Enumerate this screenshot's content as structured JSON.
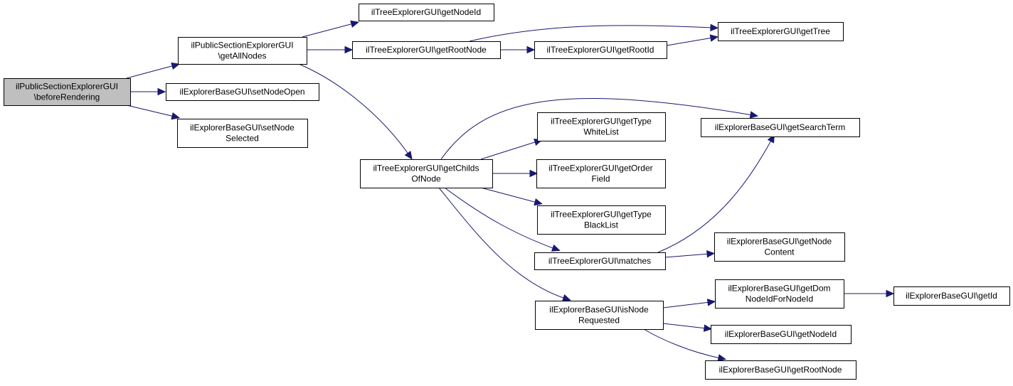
{
  "graph": {
    "type": "call-graph",
    "edge_color": "#191970",
    "root_fill": "#bfbfbf",
    "nodes": [
      {
        "id": "beforeRendering",
        "lines": [
          "ilPublicSectionExplorerGUI",
          "\\beforeRendering"
        ],
        "root": true
      },
      {
        "id": "getAllNodes",
        "lines": [
          "ilPublicSectionExplorerGUI",
          "\\getAllNodes"
        ]
      },
      {
        "id": "setNodeOpen",
        "lines": [
          "ilExplorerBaseGUI\\setNodeOpen"
        ]
      },
      {
        "id": "setNodeSelected",
        "lines": [
          "ilExplorerBaseGUI\\setNode",
          "Selected"
        ]
      },
      {
        "id": "tGetNodeId",
        "lines": [
          "ilTreeExplorerGUI\\getNodeId"
        ]
      },
      {
        "id": "tGetRootNode",
        "lines": [
          "ilTreeExplorerGUI\\getRootNode"
        ]
      },
      {
        "id": "tGetRootId",
        "lines": [
          "ilTreeExplorerGUI\\getRootId"
        ]
      },
      {
        "id": "tGetTree",
        "lines": [
          "ilTreeExplorerGUI\\getTree"
        ]
      },
      {
        "id": "getChildsOfNode",
        "lines": [
          "ilTreeExplorerGUI\\getChilds",
          "OfNode"
        ]
      },
      {
        "id": "getTypeWhiteList",
        "lines": [
          "ilTreeExplorerGUI\\getType",
          "WhiteList"
        ]
      },
      {
        "id": "getOrderField",
        "lines": [
          "ilTreeExplorerGUI\\getOrder",
          "Field"
        ]
      },
      {
        "id": "getTypeBlackList",
        "lines": [
          "ilTreeExplorerGUI\\getType",
          "BlackList"
        ]
      },
      {
        "id": "matches",
        "lines": [
          "ilTreeExplorerGUI\\matches"
        ]
      },
      {
        "id": "getSearchTerm",
        "lines": [
          "ilExplorerBaseGUI\\getSearchTerm"
        ]
      },
      {
        "id": "getNodeContent",
        "lines": [
          "ilExplorerBaseGUI\\getNode",
          "Content"
        ]
      },
      {
        "id": "isNodeRequested",
        "lines": [
          "ilExplorerBaseGUI\\isNode",
          "Requested"
        ]
      },
      {
        "id": "getDomNodeIdForNodeId",
        "lines": [
          "ilExplorerBaseGUI\\getDom",
          "NodeIdForNodeId"
        ]
      },
      {
        "id": "getId",
        "lines": [
          "ilExplorerBaseGUI\\getId"
        ]
      },
      {
        "id": "bGetNodeId",
        "lines": [
          "ilExplorerBaseGUI\\getNodeId"
        ]
      },
      {
        "id": "bGetRootNode",
        "lines": [
          "ilExplorerBaseGUI\\getRootNode"
        ]
      }
    ],
    "edges": [
      {
        "from": "beforeRendering",
        "to": "getAllNodes"
      },
      {
        "from": "beforeRendering",
        "to": "setNodeOpen"
      },
      {
        "from": "beforeRendering",
        "to": "setNodeSelected"
      },
      {
        "from": "getAllNodes",
        "to": "tGetNodeId"
      },
      {
        "from": "getAllNodes",
        "to": "tGetRootNode"
      },
      {
        "from": "getAllNodes",
        "to": "getChildsOfNode"
      },
      {
        "from": "tGetRootNode",
        "to": "tGetTree"
      },
      {
        "from": "tGetRootNode",
        "to": "tGetRootId"
      },
      {
        "from": "tGetRootId",
        "to": "tGetTree"
      },
      {
        "from": "getChildsOfNode",
        "to": "getSearchTerm"
      },
      {
        "from": "getChildsOfNode",
        "to": "getTypeWhiteList"
      },
      {
        "from": "getChildsOfNode",
        "to": "getOrderField"
      },
      {
        "from": "getChildsOfNode",
        "to": "getTypeBlackList"
      },
      {
        "from": "getChildsOfNode",
        "to": "matches"
      },
      {
        "from": "getChildsOfNode",
        "to": "isNodeRequested"
      },
      {
        "from": "matches",
        "to": "getSearchTerm"
      },
      {
        "from": "matches",
        "to": "getNodeContent"
      },
      {
        "from": "isNodeRequested",
        "to": "getDomNodeIdForNodeId"
      },
      {
        "from": "isNodeRequested",
        "to": "bGetNodeId"
      },
      {
        "from": "isNodeRequested",
        "to": "bGetRootNode"
      },
      {
        "from": "getDomNodeIdForNodeId",
        "to": "getId"
      }
    ]
  }
}
